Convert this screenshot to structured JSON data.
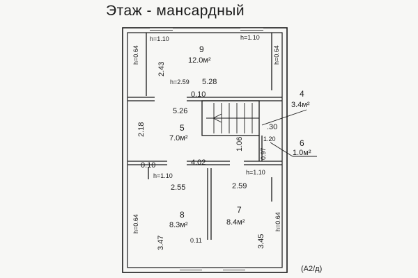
{
  "title": "Этаж  - мансардный",
  "sheet_label": "(А2/д)",
  "rooms": [
    {
      "num": "9",
      "area": "12.0м²"
    },
    {
      "num": "5",
      "area": "7.0м²"
    },
    {
      "num": "4",
      "area": "3.4м²"
    },
    {
      "num": "6",
      "area": "1.0м²"
    },
    {
      "num": "8",
      "area": "8.3м²"
    },
    {
      "num": "7",
      "area": "8.4м²"
    }
  ],
  "dimensions": {
    "d_243": "2.43",
    "d_528": "5.28",
    "d_010_top": "0.10",
    "d_526": "5.26",
    "d_218": "2.18",
    "d_106": "1.06",
    "d_120": "1.20",
    "d_097": "0.97",
    "d_030": ".30",
    "d_010_mid": "0.10",
    "d_402": "4.02",
    "d_255": "2.55",
    "d_259": "2.59",
    "d_347": "3.47",
    "d_345": "3.45",
    "d_011": "0.11"
  },
  "heights": {
    "h110_tl": "h=1.10",
    "h110_tr": "h=1.10",
    "h064_l": "h=0.64",
    "h064_r": "h=0.64",
    "h259": "h=2.59",
    "h110_ml": "h=1.10",
    "h110_mr": "h=1.10",
    "h064_bl": "h=0.64",
    "h064_br": "h=0.64"
  }
}
